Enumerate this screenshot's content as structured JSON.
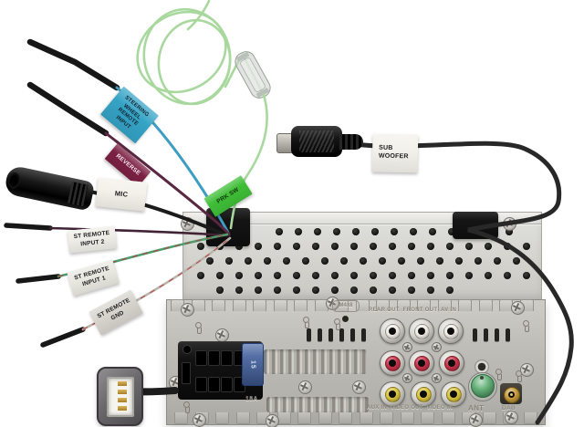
{
  "wire_labels": {
    "steering": {
      "text": "STEERING\nWHEEL\nREMOTE\nINPUT",
      "label_color": "#35a3c6",
      "text_color": "#0e2430",
      "wire_color": "#3e9dc2"
    },
    "reverse": {
      "text": "REVERSE",
      "label_color": "#7c2143",
      "text_color": "#f3e9ee",
      "wire_color": "#5a2742"
    },
    "mic": {
      "text": "MIC",
      "label_color": "#f3f1ea",
      "text_color": "#1b1b1b",
      "wire_color": "#1b1b1b"
    },
    "prk_sw": {
      "text": "PRK SW",
      "label_color": "#3fbe37",
      "text_color": "#153a10",
      "wire_color": "#a9d89e"
    },
    "st_remote_input_2": {
      "text": "ST REMOTE\nINPUT 2",
      "label_color": "#efeee8",
      "text_color": "#1b1b1b",
      "wire_color": "#402435"
    },
    "st_remote_input_1": {
      "text": "ST REMOTE\nINPUT 1",
      "label_color": "#e9e8e1",
      "text_color": "#1b1b1b",
      "wire_color": "#4d9c6d"
    },
    "st_remote_gnd": {
      "text": "ST REMOTE\nGND",
      "label_color": "#d7d5ce",
      "text_color": "#1b1b1b",
      "wire_color": "#b9b5ad"
    },
    "sub_woofer": {
      "text": "SUB\nWOOFER",
      "label_color": "#f2f1eb",
      "text_color": "#1b1b1b",
      "wire_color": "#282828"
    }
  },
  "rear_panel": {
    "rca_top_row_label": "REAR OUT  FRONT OUT  AV IN",
    "rca_bottom_row_label": "AUX IN  VIDEO OUT  VIDEO IN",
    "ant_label": "ANT",
    "dab_label": "DAB",
    "fuse_value": "15",
    "fuse_rating_stamp": "15A",
    "screw_spec_stamp": "M4x8",
    "fuse_color": "#46639f",
    "ant_color": "#55a96b",
    "dab_color": "#c79b3c",
    "rca_colors": {
      "white": "#f2efe7",
      "red": "#c93248",
      "yellow": "#dcc63c"
    }
  }
}
